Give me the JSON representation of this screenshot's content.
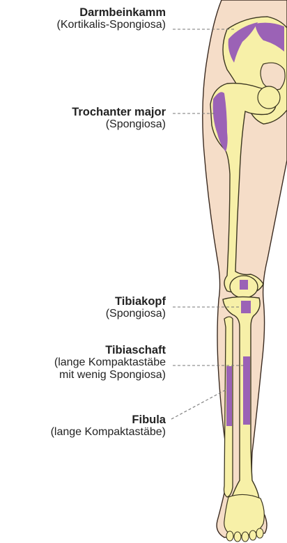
{
  "colors": {
    "skin": "#f5ddc8",
    "skin_edge": "#3a2a20",
    "bone": "#f7f0a8",
    "bone_edge": "#3a3520",
    "marrow": "#9b62b6",
    "leader_line": "#777777",
    "text": "#222222"
  },
  "labels": [
    {
      "title": "Darmbeinkamm",
      "desc": [
        "(Kortikalis-Spongiosa)"
      ]
    },
    {
      "title": "Trochanter major",
      "desc": [
        "(Spongiosa)"
      ]
    },
    {
      "title": "Tibiakopf",
      "desc": [
        "(Spongiosa)"
      ]
    },
    {
      "title": "Tibiaschaft",
      "desc": [
        "(lange Kompaktastäbe",
        "mit wenig Spongiosa)"
      ]
    },
    {
      "title": "Fibula",
      "desc": [
        "(lange Kompaktastäbe)"
      ]
    }
  ]
}
